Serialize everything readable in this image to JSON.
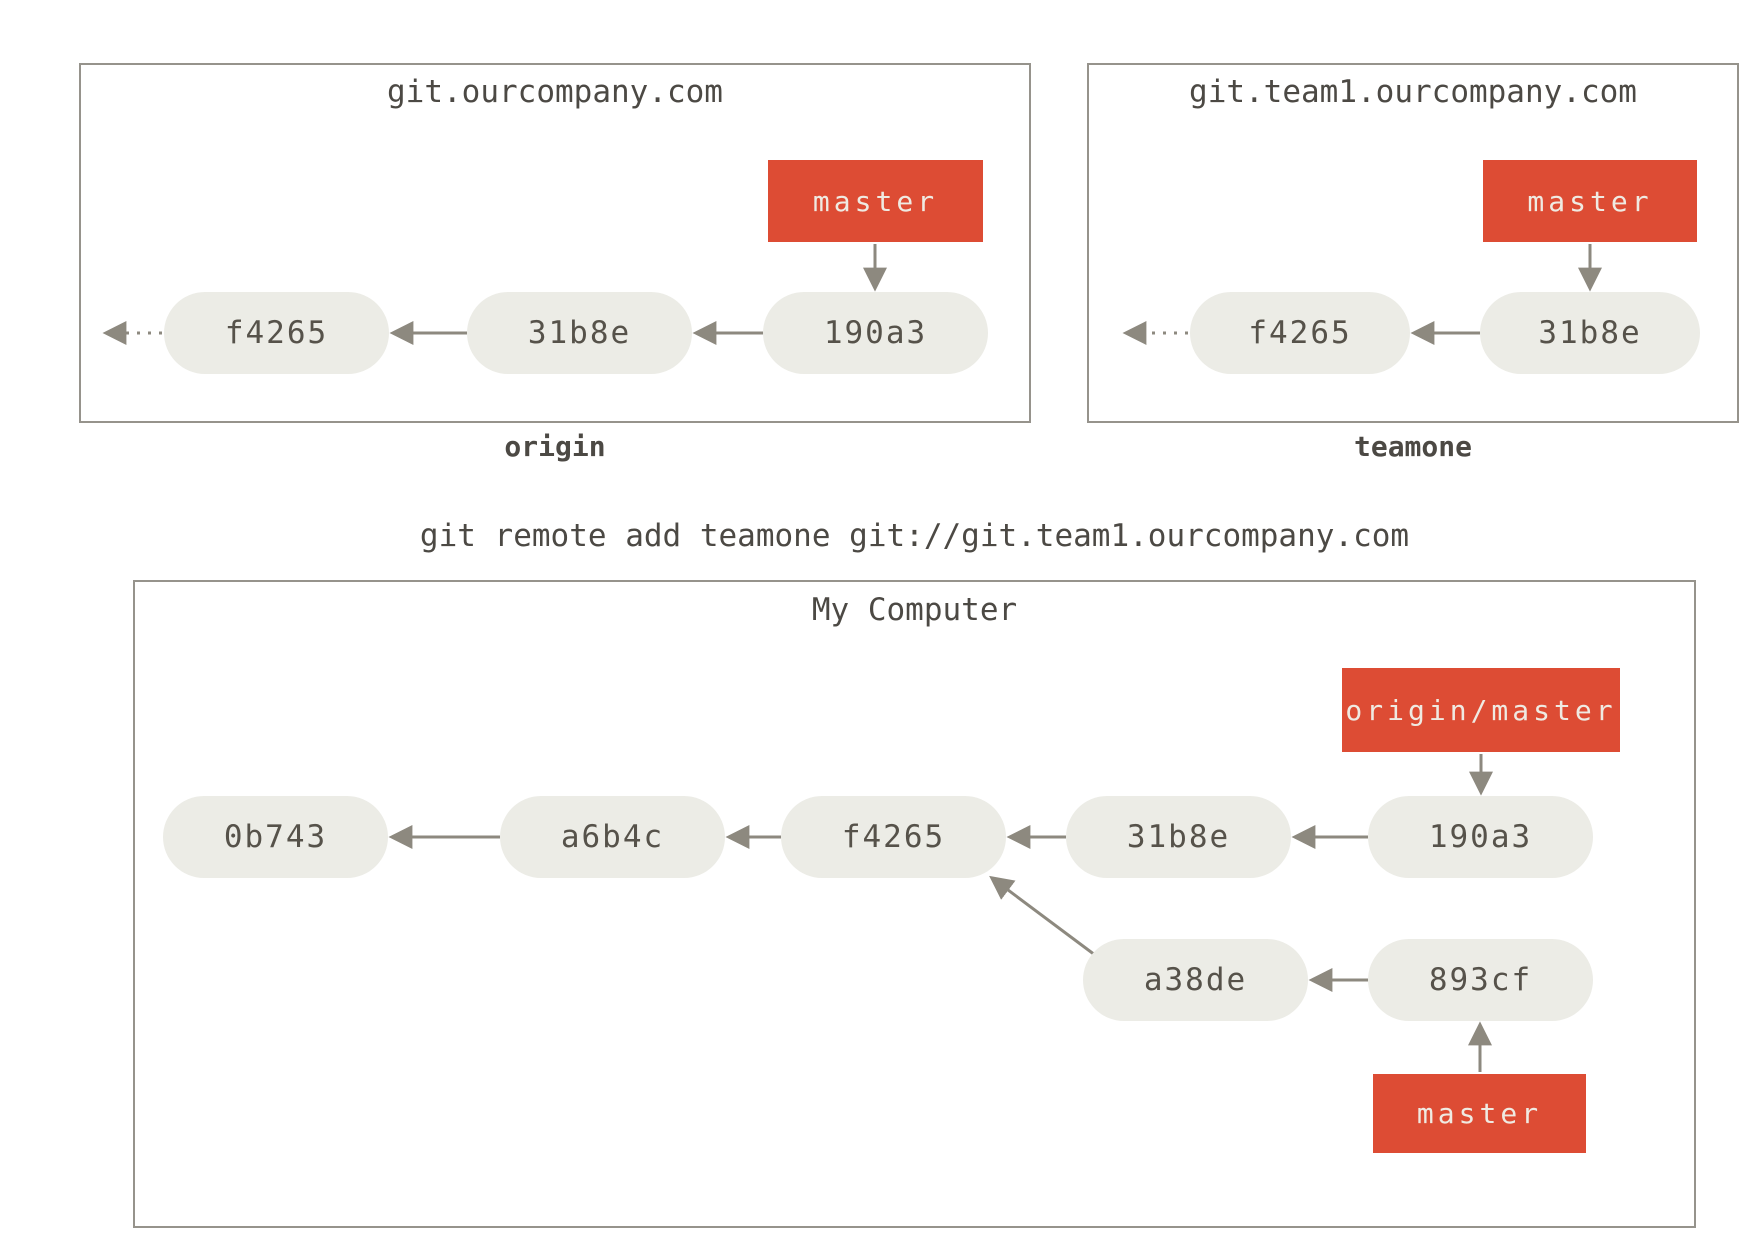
{
  "colors": {
    "branch_bg": "#dd4c34",
    "branch_text": "#efeae2",
    "commit_bg": "#ecece6",
    "commit_text": "#56524a",
    "box_border": "#96938c",
    "arrow": "#8d897f",
    "text": "#4c4944",
    "page_bg": "#ffffff"
  },
  "command_text": "git remote add teamone git://git.team1.ourcompany.com",
  "origin_repo": {
    "title": "git.ourcompany.com",
    "caption": "origin",
    "branch_label": "master",
    "commits": [
      {
        "id": "f4265"
      },
      {
        "id": "31b8e"
      },
      {
        "id": "190a3"
      }
    ]
  },
  "teamone_repo": {
    "title": "git.team1.ourcompany.com",
    "caption": "teamone",
    "branch_label": "master",
    "commits": [
      {
        "id": "f4265"
      },
      {
        "id": "31b8e"
      }
    ]
  },
  "local_repo": {
    "title": "My Computer",
    "remote_branch_label": "origin/master",
    "branch_label": "master",
    "main_commits": [
      {
        "id": "0b743"
      },
      {
        "id": "a6b4c"
      },
      {
        "id": "f4265"
      },
      {
        "id": "31b8e"
      },
      {
        "id": "190a3"
      }
    ],
    "topic_commits": [
      {
        "id": "a38de"
      },
      {
        "id": "893cf"
      }
    ]
  }
}
